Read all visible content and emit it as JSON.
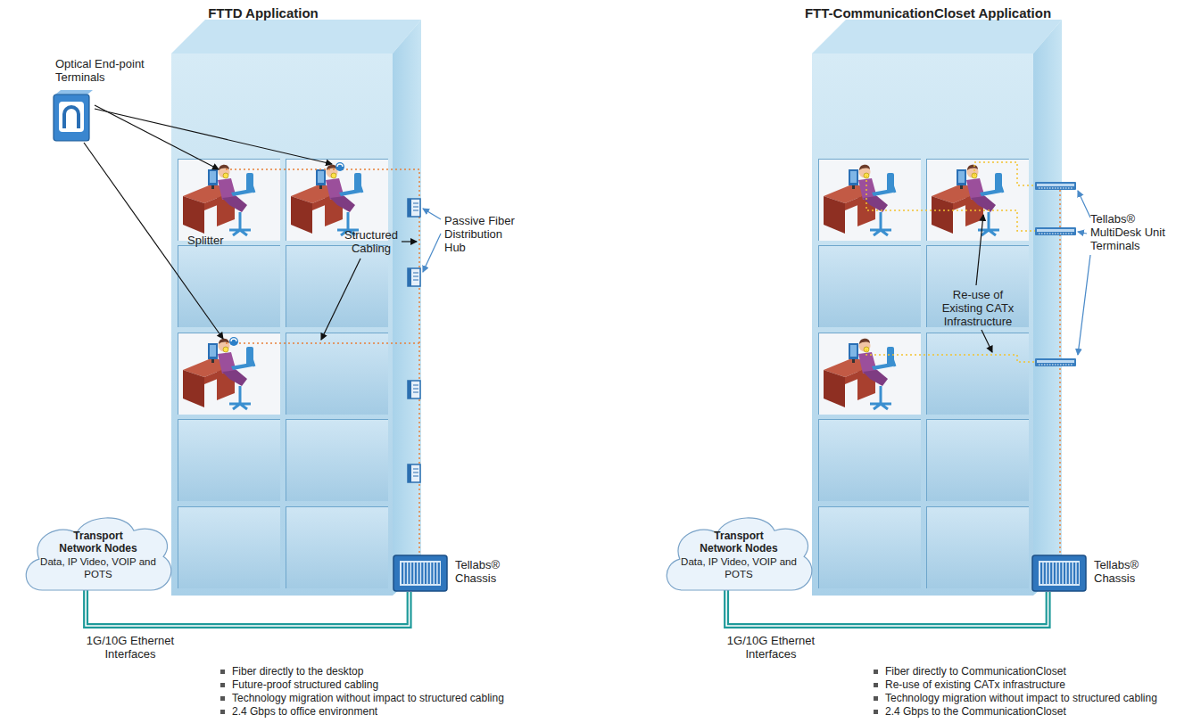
{
  "diagram": {
    "nodes": [
      {
        "text": [
          "Optical End-point Terminals"
        ]
      },
      {
        "text": [
          "Transport Network Nodes",
          "Data, IP Video, VOIP and POTS"
        ]
      },
      {
        "text": [
          "Tellabs® Chassis"
        ]
      },
      {
        "text": [
          "Transport Network Nodes",
          "Data, IP Video, VOIP and POTS"
        ]
      },
      {
        "text": [
          "Tellabs® Chassis"
        ]
      }
    ],
    "edges": [
      {
        "from": 1,
        "to": 2,
        "arrow": "none",
        "label": "1G/10G Ethernet Interfaces"
      },
      {
        "from": 3,
        "to": 4,
        "arrow": "none",
        "label": "1G/10G Ethernet Interfaces"
      }
    ],
    "labels": [
      "FTTD Application",
      "FTT-CommunicationCloset Application",
      "Splitter",
      "Structured Cabling",
      "Passive Fiber Distribution Hub",
      "Fiber directly to the desktop",
      "Future-proof structured cabling",
      "Technology migration without impact to structured cabling",
      "2.4 Gbps to office environment",
      "Re-use of Existing CATx Infrastructure",
      "Tellabs® MultiDesk Unit Terminals",
      "Fiber directly to CommunicationCloset",
      "Re-use of existing CATx infrastructure",
      "Technology migration without impact to structured cabling",
      "2.4 Gbps to the CommunicationCloset"
    ]
  }
}
